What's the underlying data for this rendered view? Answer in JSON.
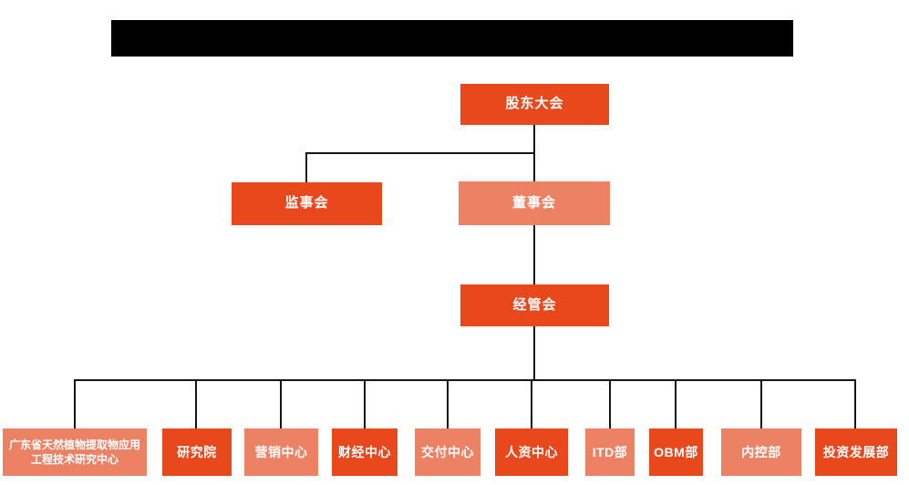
{
  "page": {
    "title_redacted": true
  },
  "colors": {
    "dark_orange": "#e8481c",
    "light_orange": "#ed8164",
    "connector_line": "#151515",
    "redaction": "#000000",
    "background": "#ffffff",
    "box_text": "#ffffff"
  },
  "org": {
    "level1": {
      "label": "股东大会",
      "variant": "dark"
    },
    "level2": [
      {
        "label": "监事会",
        "variant": "dark"
      },
      {
        "label": "董事会",
        "variant": "light"
      }
    ],
    "level3": {
      "label": "经管会",
      "variant": "dark"
    },
    "departments": [
      {
        "label": "广东省天然植物提取物应用工程技术研究中心",
        "variant": "light"
      },
      {
        "label": "研究院",
        "variant": "dark"
      },
      {
        "label": "营销中心",
        "variant": "light"
      },
      {
        "label": "财经中心",
        "variant": "dark"
      },
      {
        "label": "交付中心",
        "variant": "light"
      },
      {
        "label": "人资中心",
        "variant": "dark"
      },
      {
        "label": "ITD部",
        "variant": "light"
      },
      {
        "label": "OBM部",
        "variant": "dark"
      },
      {
        "label": "内控部",
        "variant": "light"
      },
      {
        "label": "投资发展部",
        "variant": "dark"
      }
    ]
  }
}
